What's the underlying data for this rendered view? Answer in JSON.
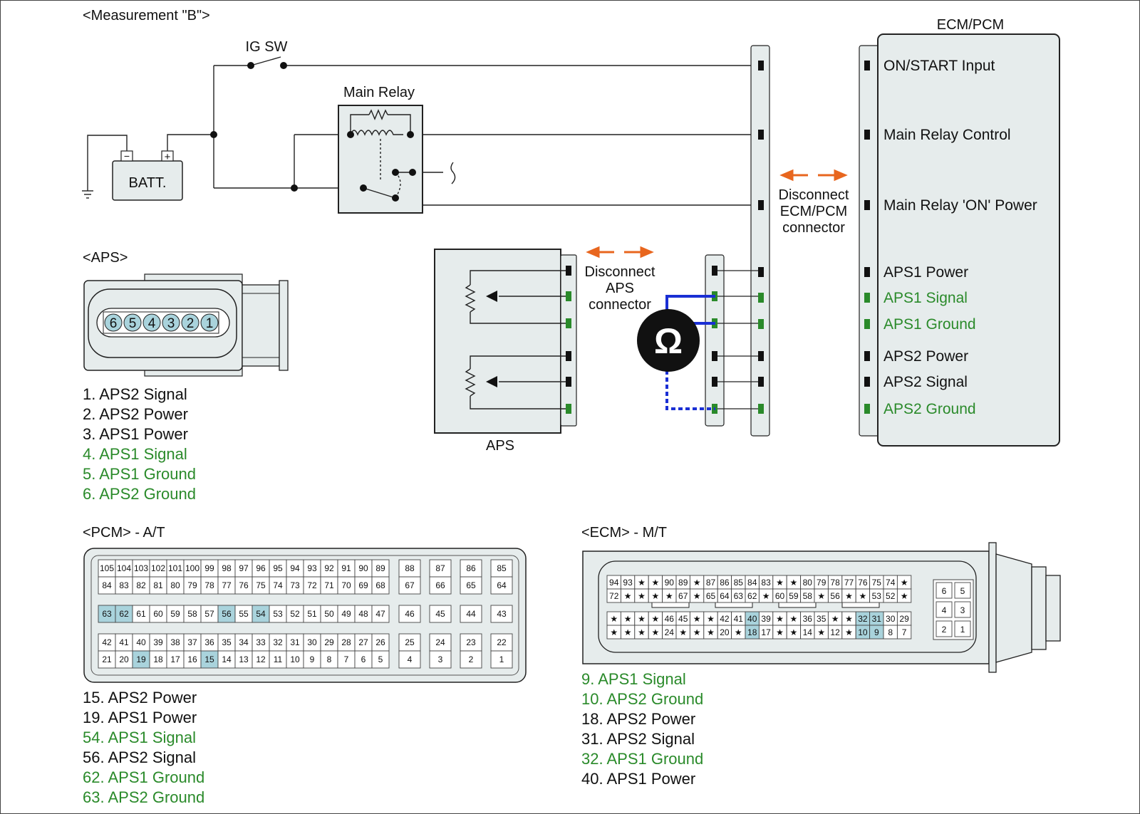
{
  "title": "<Measurement \"B\">",
  "circuit": {
    "ig_sw": "IG SW",
    "main_relay": "Main Relay",
    "batt": "BATT.",
    "ecm_pcm_title": "ECM/PCM",
    "ecm_pins": [
      {
        "label": "ON/START Input",
        "color": "#111111"
      },
      {
        "label": "Main Relay Control",
        "color": "#111111"
      },
      {
        "label": "Main Relay 'ON' Power",
        "color": "#111111"
      },
      {
        "label": "APS1 Power",
        "color": "#111111"
      },
      {
        "label": "APS1 Signal",
        "color": "#2a8a2a"
      },
      {
        "label": "APS1 Ground",
        "color": "#2a8a2a"
      },
      {
        "label": "APS2 Power",
        "color": "#111111"
      },
      {
        "label": "APS2 Signal",
        "color": "#111111"
      },
      {
        "label": "APS2 Ground",
        "color": "#2a8a2a"
      }
    ],
    "disconnect_ecm": [
      "Disconnect",
      "ECM/PCM",
      "connector"
    ],
    "disconnect_aps": [
      "Disconnect",
      "APS",
      "connector"
    ],
    "aps_label": "APS",
    "ohm_symbol": "Ω"
  },
  "aps_section": {
    "heading": "<APS>",
    "pins": [
      "6",
      "5",
      "4",
      "3",
      "2",
      "1"
    ],
    "legend": [
      {
        "text": "1. APS2 Signal",
        "green": false
      },
      {
        "text": "2. APS2 Power",
        "green": false
      },
      {
        "text": "3. APS1 Power",
        "green": false
      },
      {
        "text": "4. APS1 Signal",
        "green": true
      },
      {
        "text": "5. APS1 Ground",
        "green": true
      },
      {
        "text": "6. APS2 Ground",
        "green": true
      }
    ]
  },
  "pcm_section": {
    "heading": "<PCM> - A/T",
    "rows": [
      [
        "105",
        "104",
        "103",
        "102",
        "101",
        "100",
        "99",
        "98",
        "97",
        "96",
        "95",
        "94",
        "93",
        "92",
        "91",
        "90",
        "89"
      ],
      [
        "84",
        "83",
        "82",
        "81",
        "80",
        "79",
        "78",
        "77",
        "76",
        "75",
        "74",
        "73",
        "72",
        "71",
        "70",
        "69",
        "68"
      ],
      [
        "63",
        "62",
        "61",
        "60",
        "59",
        "58",
        "57",
        "56",
        "55",
        "54",
        "53",
        "52",
        "51",
        "50",
        "49",
        "48",
        "47"
      ],
      [
        "42",
        "41",
        "40",
        "39",
        "38",
        "37",
        "36",
        "35",
        "34",
        "33",
        "32",
        "31",
        "30",
        "29",
        "28",
        "27",
        "26"
      ],
      [
        "21",
        "20",
        "19",
        "18",
        "17",
        "16",
        "15",
        "14",
        "13",
        "12",
        "11",
        "10",
        "9",
        "8",
        "7",
        "6",
        "5"
      ]
    ],
    "side_cols": [
      [
        "88",
        "67",
        "46",
        "25",
        "4"
      ],
      [
        "87",
        "66",
        "45",
        "24",
        "3"
      ],
      [
        "86",
        "65",
        "44",
        "23",
        "2"
      ],
      [
        "85",
        "64",
        "43",
        "22",
        "1"
      ]
    ],
    "highlight": [
      "63",
      "62",
      "56",
      "54",
      "19",
      "15"
    ],
    "legend": [
      {
        "text": "15. APS2 Power",
        "green": false
      },
      {
        "text": "19. APS1 Power",
        "green": false
      },
      {
        "text": "54. APS1 Signal",
        "green": true
      },
      {
        "text": "56. APS2 Signal",
        "green": false
      },
      {
        "text": "62. APS1 Ground",
        "green": true
      },
      {
        "text": "63. APS2 Ground",
        "green": true
      }
    ]
  },
  "ecm_section": {
    "heading": "<ECM> - M/T",
    "rows": [
      [
        "94",
        "93",
        "★",
        "★",
        "90",
        "89",
        "★",
        "87",
        "86",
        "85",
        "84",
        "83",
        "★",
        "★",
        "80",
        "79",
        "78",
        "77",
        "76",
        "75",
        "74",
        "★"
      ],
      [
        "72",
        "★",
        "★",
        "★",
        "★",
        "67",
        "★",
        "65",
        "64",
        "63",
        "62",
        "★",
        "60",
        "59",
        "58",
        "★",
        "56",
        "★",
        "★",
        "53",
        "52",
        "★"
      ],
      [
        "★",
        "★",
        "★",
        "★",
        "46",
        "45",
        "★",
        "★",
        "42",
        "41",
        "40",
        "39",
        "★",
        "★",
        "36",
        "35",
        "★",
        "★",
        "32",
        "31",
        "30",
        "29"
      ],
      [
        "★",
        "★",
        "★",
        "★",
        "24",
        "★",
        "★",
        "★",
        "20",
        "★",
        "18",
        "17",
        "★",
        "★",
        "14",
        "★",
        "12",
        "★",
        "10",
        "9",
        "8",
        "7"
      ]
    ],
    "side_pins": [
      [
        "6",
        "5"
      ],
      [
        "4",
        "3"
      ],
      [
        "2",
        "1"
      ]
    ],
    "highlight": [
      "40",
      "18",
      "32",
      "31",
      "10",
      "9"
    ],
    "legend": [
      {
        "text": "9. APS1 Signal",
        "green": true
      },
      {
        "text": "10. APS2 Ground",
        "green": true
      },
      {
        "text": "18. APS2 Power",
        "green": false
      },
      {
        "text": "31. APS2 Signal",
        "green": false
      },
      {
        "text": "32. APS1 Ground",
        "green": true
      },
      {
        "text": "40. APS1 Power",
        "green": false
      }
    ]
  },
  "colors": {
    "green": "#2a8a2a",
    "orange": "#e8661e",
    "blue": "#1a2fd4",
    "highlight": "#a9d3dc",
    "panel": "#e6ecec"
  }
}
